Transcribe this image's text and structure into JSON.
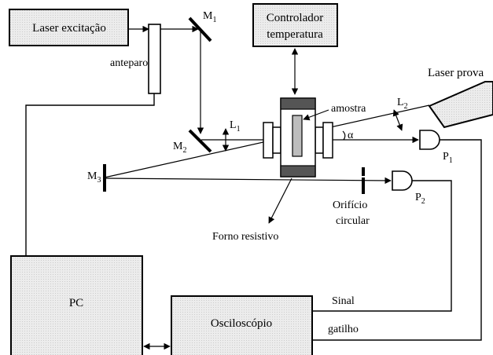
{
  "diagram": {
    "boxes": {
      "laser_excitacao": "Laser excitação",
      "controlador": [
        "Controlador",
        "temperatura"
      ],
      "laser_prova": "Laser prova",
      "pc": "PC",
      "osciloscopio": "Osciloscópio"
    },
    "labels": {
      "anteparo": "anteparo",
      "amostra": "amostra",
      "forno": "Forno resistivo",
      "orificio": [
        "Orifício",
        "circular"
      ],
      "sinal": "Sinal",
      "gatilho": "gatilho",
      "alpha": "α"
    },
    "mirrors": {
      "m1": {
        "main": "M",
        "sub": "1"
      },
      "m2": {
        "main": "M",
        "sub": "2"
      },
      "m3": {
        "main": "M",
        "sub": "3"
      }
    },
    "lenses": {
      "l1": {
        "main": "L",
        "sub": "1"
      },
      "l2": {
        "main": "L",
        "sub": "2"
      }
    },
    "detectors": {
      "p1": {
        "main": "P",
        "sub": "1"
      },
      "p2": {
        "main": "P",
        "sub": "2"
      }
    }
  }
}
